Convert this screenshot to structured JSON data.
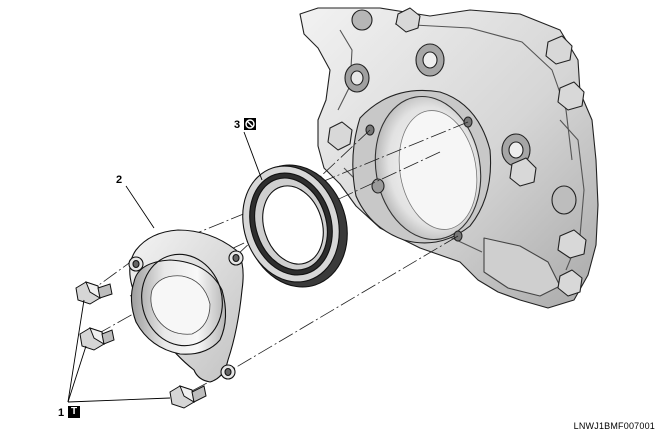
{
  "callouts": {
    "bolts": {
      "number": "1",
      "icon": "torque-icon",
      "icon_glyph": "T"
    },
    "adapter": {
      "number": "2"
    },
    "seal": {
      "number": "3",
      "icon": "do-not-reuse-icon"
    }
  },
  "diagram_code": "LNWJ1BMF007001",
  "colors": {
    "part_fill": "#e3e3e3",
    "part_shade": "#b9b9b9",
    "line": "#000000"
  }
}
